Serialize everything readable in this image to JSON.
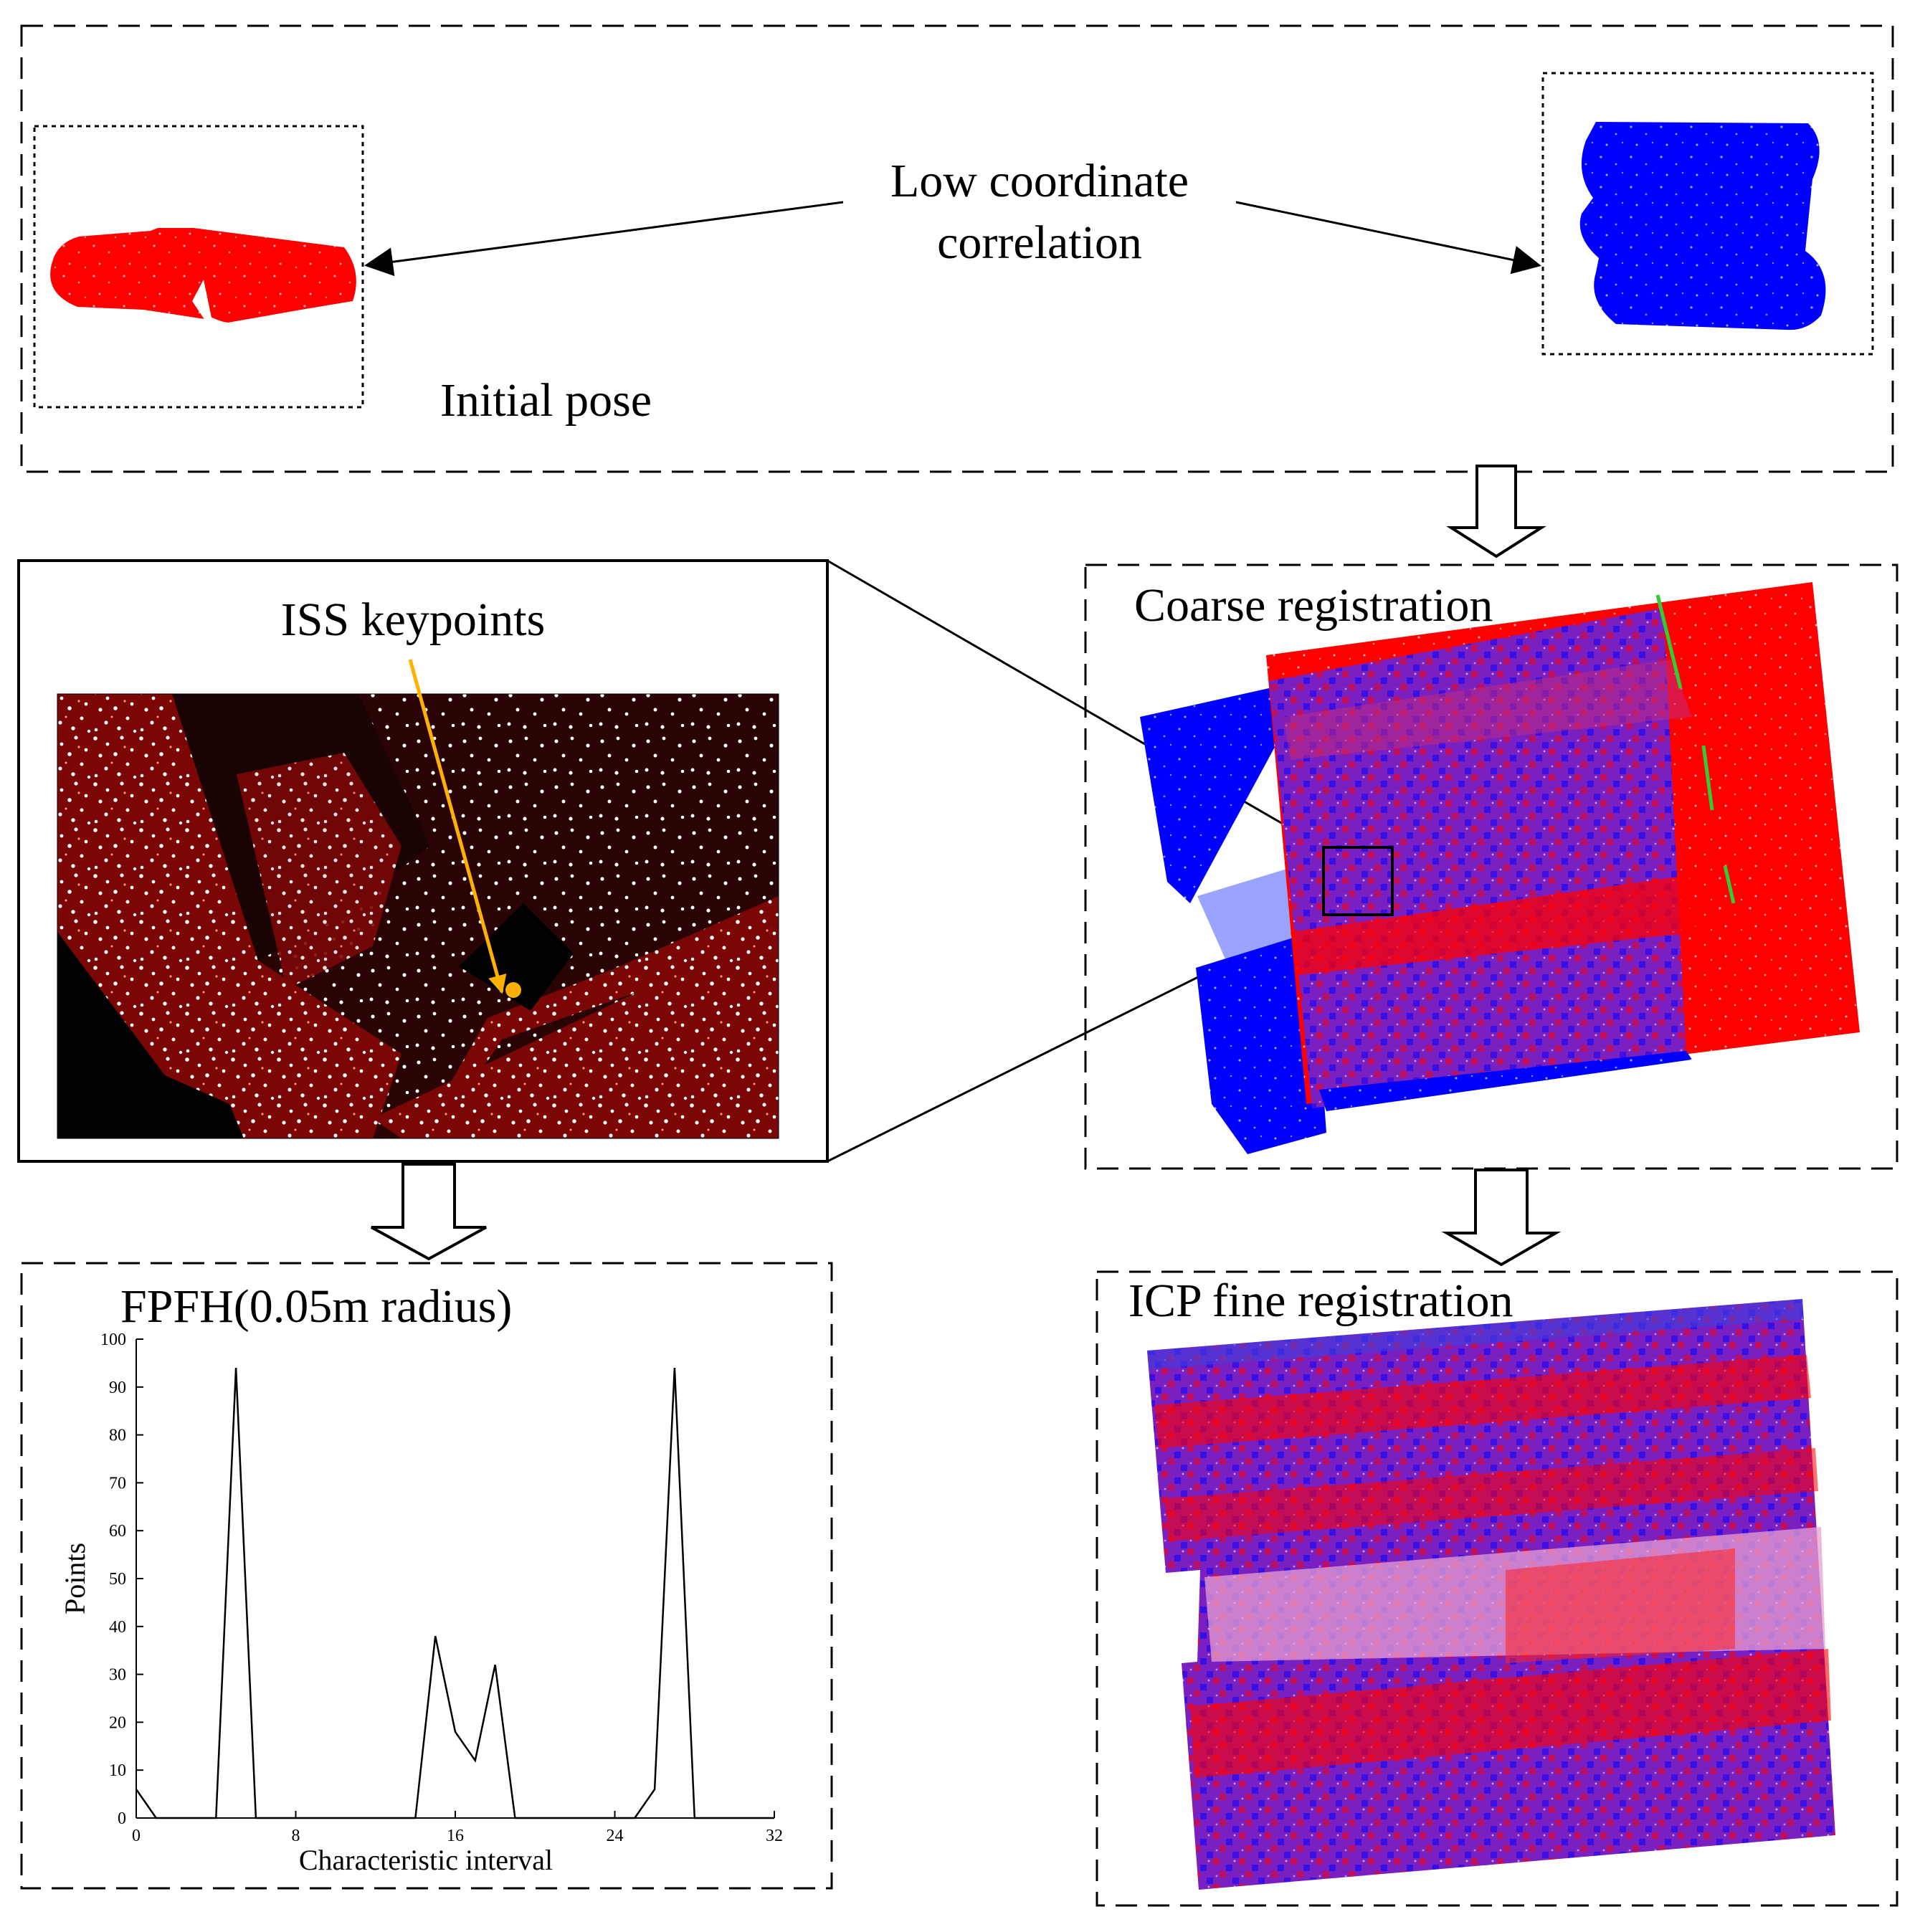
{
  "labels": {
    "low_coordinate_line1": "Low coordinate",
    "low_coordinate_line2": "correlation",
    "initial_pose": "Initial pose",
    "iss_keypoints": "ISS keypoints",
    "coarse_registration": "Coarse registration",
    "fpfh_title": "FPFH(0.05m radius)",
    "icp_fine_registration": "ICP fine registration"
  },
  "colors": {
    "source_cloud": "#ff0000",
    "target_cloud": "#0000ff",
    "keypoint_marker": "#ffb000",
    "iss_background": "#000000",
    "interface_line": "#33cc33"
  },
  "chart_data": {
    "type": "line",
    "title": "FPFH(0.05m radius)",
    "xlabel": "Characteristic interval",
    "ylabel": "Points",
    "xlim": [
      0,
      32
    ],
    "ylim": [
      0,
      100
    ],
    "xticks": [
      0,
      8,
      16,
      24,
      32
    ],
    "yticks": [
      0,
      10,
      20,
      30,
      40,
      50,
      60,
      70,
      80,
      90,
      100
    ],
    "grid": false,
    "series": [
      {
        "x": [
          0,
          1,
          2,
          3,
          4,
          5,
          6,
          7,
          8,
          9,
          10,
          11,
          12,
          13,
          14,
          15,
          16,
          17,
          18,
          19,
          20,
          21,
          22,
          23,
          24,
          25,
          26,
          27,
          28,
          29,
          30,
          31,
          32
        ],
        "y": [
          6,
          0,
          0,
          0,
          0,
          94,
          0,
          0,
          0,
          0,
          0,
          0,
          0,
          0,
          0,
          38,
          18,
          12,
          32,
          0,
          0,
          0,
          0,
          0,
          0,
          0,
          6,
          94,
          0,
          0,
          0,
          0,
          0
        ]
      }
    ]
  }
}
